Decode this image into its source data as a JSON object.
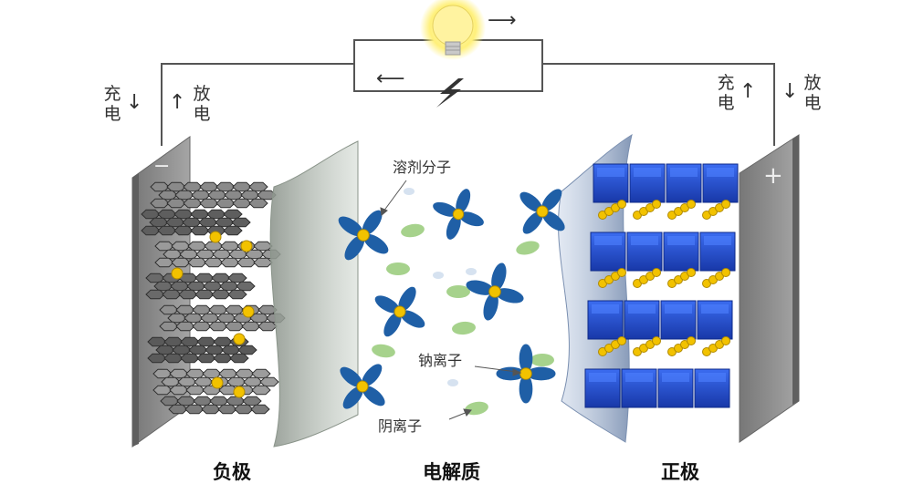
{
  "labels": {
    "charge": "充电",
    "discharge": "放电",
    "solvent": "溶剂分子",
    "sodium_ion": "钠离子",
    "anion": "阴离子",
    "anode": "负极",
    "electrolyte": "电解质",
    "cathode": "正极",
    "minus_sign": "−",
    "plus_sign": "+"
  },
  "arrows": {
    "right": "⟶",
    "left": "⟵",
    "down": "↓",
    "up": "↑"
  },
  "colors": {
    "wire": "#555555",
    "electrode_plate": "#8a8a8a",
    "graphene": "#6f6f6f",
    "separator": "#9aa49a",
    "solvent_blue": "#1f5fa6",
    "ion_yellow": "#f2c200",
    "anion_green": "#a6d28c",
    "cathode_blue": "#2250c8",
    "bulb_glow": "#fff49a"
  }
}
